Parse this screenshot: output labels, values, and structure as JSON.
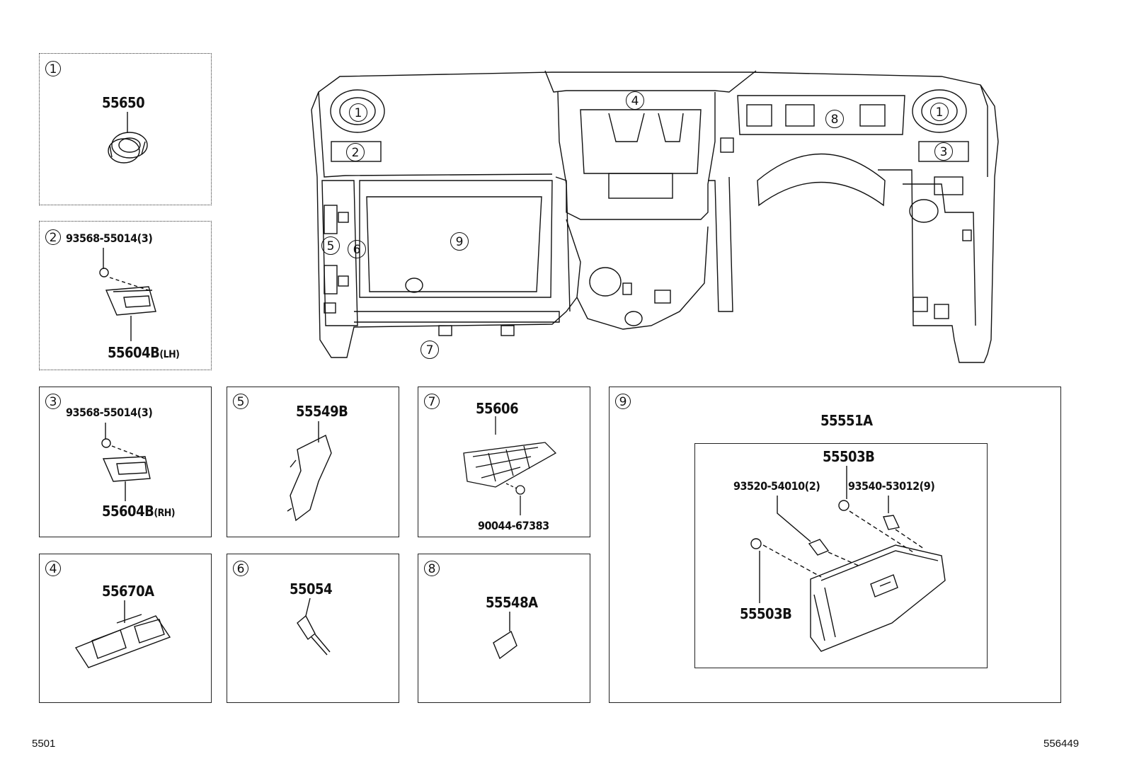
{
  "panels": {
    "p1": {
      "num": "1",
      "part": "55650"
    },
    "p2": {
      "num": "2",
      "screw": "93568-55014(3)",
      "part": "55604B",
      "side": "(LH)"
    },
    "p3": {
      "num": "3",
      "screw": "93568-55014(3)",
      "part": "55604B",
      "side": "(RH)"
    },
    "p4": {
      "num": "4",
      "part": "55670A"
    },
    "p5": {
      "num": "5",
      "part": "55549B"
    },
    "p6": {
      "num": "6",
      "part": "55054"
    },
    "p7": {
      "num": "7",
      "part": "55606",
      "screw": "90044-67383"
    },
    "p8": {
      "num": "8",
      "part": "55548A"
    },
    "p9": {
      "num": "9",
      "assembly": "55551A",
      "latch_top": "55503B",
      "screw_a": "93520-54010(2)",
      "screw_b": "93540-53012(9)",
      "latch_bottom": "55503B"
    }
  },
  "dash_callouts": [
    "1",
    "2",
    "3",
    "4",
    "5",
    "6",
    "7",
    "8",
    "9",
    "1"
  ],
  "footer": {
    "left": "5501",
    "right": "556449"
  }
}
